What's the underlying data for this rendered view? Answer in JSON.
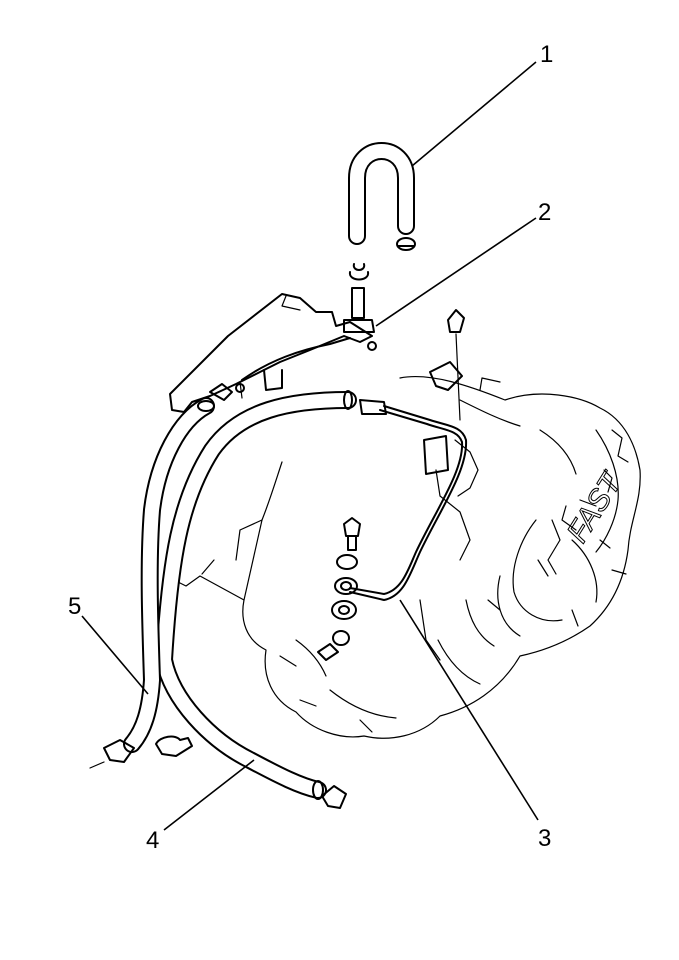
{
  "callouts": [
    {
      "id": "1",
      "label": "1"
    },
    {
      "id": "2",
      "label": "2"
    },
    {
      "id": "3",
      "label": "3"
    },
    {
      "id": "4",
      "label": "4"
    },
    {
      "id": "5",
      "label": "5"
    }
  ],
  "transmission_text": "FAST"
}
